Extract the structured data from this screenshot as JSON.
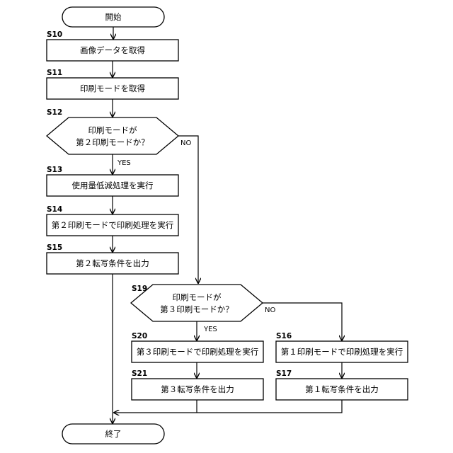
{
  "start": {
    "label": "開始"
  },
  "end": {
    "label": "終了"
  },
  "steps": {
    "s10": {
      "id": "S10",
      "label": "画像データを取得"
    },
    "s11": {
      "id": "S11",
      "label": "印刷モードを取得"
    },
    "s12": {
      "id": "S12",
      "line1": "印刷モードが",
      "line2": "第２印刷モードか？",
      "yes": "YES",
      "no": "NO"
    },
    "s13": {
      "id": "S13",
      "label": "使用量低減処理を実行"
    },
    "s14": {
      "id": "S14",
      "label": "第２印刷モードで印刷処理を実行"
    },
    "s15": {
      "id": "S15",
      "label": "第２転写条件を出力"
    },
    "s19": {
      "id": "S19",
      "line1": "印刷モードが",
      "line2": "第３印刷モードか？",
      "yes": "YES",
      "no": "NO"
    },
    "s20": {
      "id": "S20",
      "label": "第３印刷モードで印刷処理を実行"
    },
    "s21": {
      "id": "S21",
      "label": "第３転写条件を出力"
    },
    "s16": {
      "id": "S16",
      "label": "第１印刷モードで印刷処理を実行"
    },
    "s17": {
      "id": "S17",
      "label": "第１転写条件を出力"
    }
  }
}
